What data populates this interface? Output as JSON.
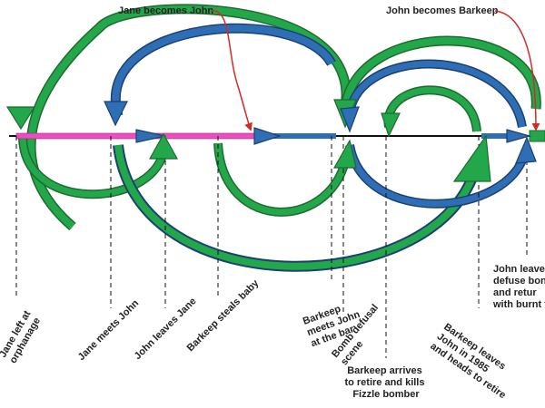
{
  "colors": {
    "green": "#22a84a",
    "green_outline": "#1f6a2e",
    "blue": "#2e6eb5",
    "blue_outline": "#1c3f74",
    "pink": "#ec4ec0",
    "red": "#d62828",
    "line": "#111111"
  },
  "top_annotations": {
    "left": "Jane becomes John",
    "right": "John becomes Barkeep"
  },
  "events": [
    {
      "lines": [
        "Jane left at",
        "orphanage"
      ]
    },
    {
      "lines": [
        "Jane meets John"
      ]
    },
    {
      "lines": [
        "John leaves Jane"
      ]
    },
    {
      "lines": [
        "Barkeep steals baby"
      ]
    },
    {
      "lines": [
        "Barkeep",
        "meets John",
        "at the bar"
      ]
    },
    {
      "lines": [
        "Bomb defusal",
        "scene"
      ]
    },
    {
      "lines": [
        "Barkeep arrives",
        "to retire and kills",
        "Fizzle bomber"
      ]
    },
    {
      "lines": [
        "Barkeep leaves",
        "John in 1985",
        "and heads to retire"
      ]
    },
    {
      "lines": [
        "John leaves",
        "defuse bon",
        "and retur",
        "with burnt f"
      ]
    }
  ]
}
